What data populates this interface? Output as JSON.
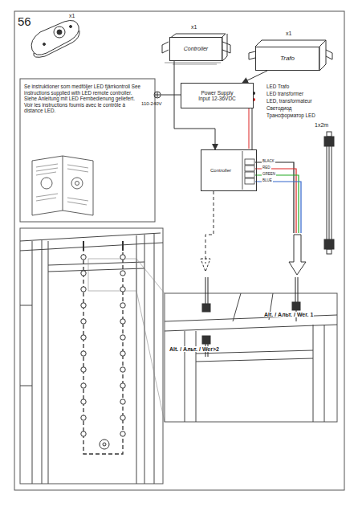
{
  "diagram": {
    "nodes": [
      {
        "text": [
          "Controller"
        ]
      },
      {
        "text": [
          "Trafo"
        ]
      },
      {
        "text": [
          "Power Supply",
          "Input 12-36VDC"
        ]
      },
      {
        "text": [
          "Controller"
        ]
      }
    ],
    "edges": [
      {
        "from": 0,
        "to": 3,
        "arrow": "to"
      },
      {
        "from": 1,
        "to": 2,
        "arrow": "to"
      },
      {
        "from": 2,
        "to": 3,
        "arrow": "none"
      }
    ],
    "labels": [
      "56",
      "x1",
      "x1",
      "x1",
      "Se instruktioner som medföljer LED fjärrkontroll See instructions supplied with LED remote controller. Siehe Anleitung mit LED Fernbedienung geliefert. Voir les instructions fournis avec le contrôle à distance LED.",
      "110-240V",
      "LED Trafo",
      "LED transformer",
      "LED, transformateur",
      "Светодиод",
      "Трансформатор LED",
      "BLACK",
      "RED",
      "GREEN",
      "BLUE",
      "1x2m",
      "Alt. / Альт. / Wer. 1",
      "Alt. / Альт. / Wer>2"
    ]
  }
}
